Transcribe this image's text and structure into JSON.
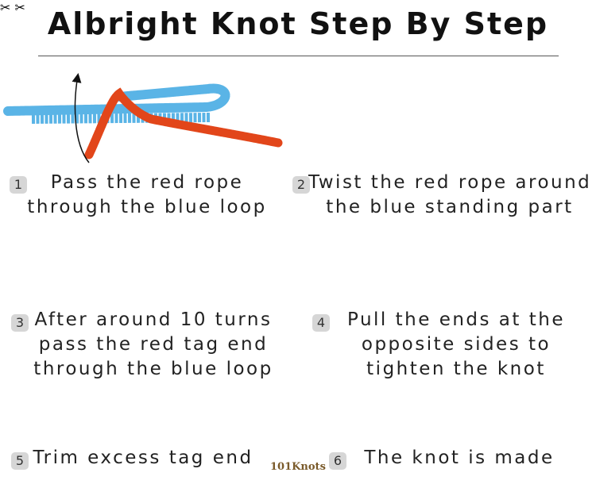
{
  "title": "Albright Knot Step By Step",
  "brand": "101Knots",
  "colors": {
    "red_rope": "#e2461a",
    "blue_rope": "#5ab4e6",
    "arrow": "#111111",
    "badge": "#d6d6d6"
  },
  "steps": [
    {
      "number": "1",
      "lines": [
        "Pass the red rope",
        "through the blue loop"
      ]
    },
    {
      "number": "2",
      "lines": [
        "Twist the red rope around",
        "the blue standing part"
      ]
    },
    {
      "number": "3",
      "lines": [
        "After around 10 turns",
        "pass the red tag end",
        "through the blue loop"
      ]
    },
    {
      "number": "4",
      "lines": [
        "Pull the ends at the",
        "opposite sides to",
        "tighten the knot"
      ]
    },
    {
      "number": "5",
      "lines": [
        "Trim excess tag end"
      ]
    },
    {
      "number": "6",
      "lines": [
        "The knot is made"
      ]
    }
  ]
}
